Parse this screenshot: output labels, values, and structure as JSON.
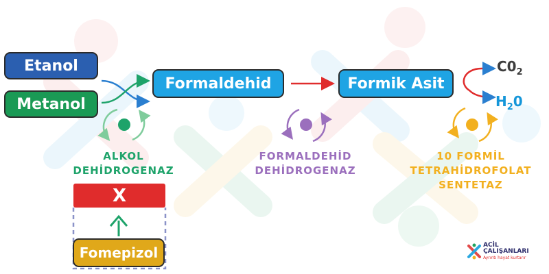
{
  "colors": {
    "etanol": "#2b5fb0",
    "metanol": "#1a9a55",
    "formaldehid": "#1fa4e4",
    "formik_asit": "#1fa4e4",
    "fomepizol": "#e0a81a",
    "block": "#e02c2c",
    "enzyme_green": "#1ea36a",
    "enzyme_purple": "#9b6fbd",
    "enzyme_yellow": "#f2b01f"
  },
  "substrates": {
    "etanol": "Etanol",
    "metanol": "Metanol"
  },
  "intermediates": {
    "formaldehid": "Formaldehid",
    "formik_asit": "Formik Asit"
  },
  "products": {
    "co2_main": "C0",
    "co2_sub": "2",
    "h2o_main": "H",
    "h2o_sub": "2",
    "h2o_tail": "0"
  },
  "enzymes": {
    "alkol": {
      "line1": "ALKOL",
      "line2": "DEHİDROGENAZ"
    },
    "formaldehid": {
      "line1": "FORMALDEHİD",
      "line2": "DEHİDROGENAZ"
    },
    "formil": {
      "line1": "10 FORMİL",
      "line2": "TETRAHİDROFOLAT",
      "line3": "SENTETAZ"
    }
  },
  "inhibitor": {
    "block_symbol": "X",
    "name": "Fomepizol"
  },
  "logo": {
    "name": "ACİL ÇALIŞANLARI",
    "tagline": "Ayrıntı hayat kurtarır"
  }
}
